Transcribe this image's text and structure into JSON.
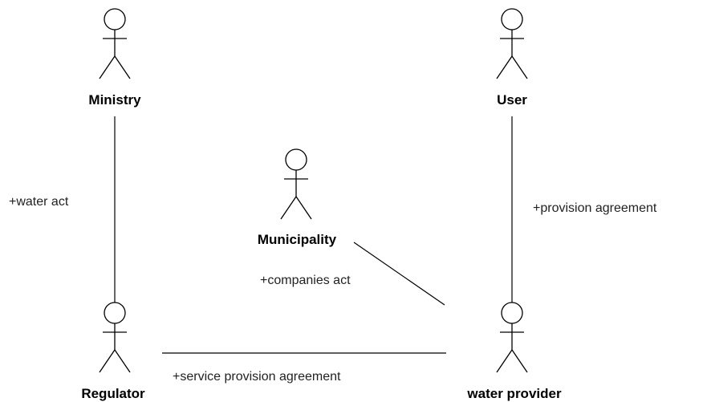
{
  "actors": {
    "ministry": "Ministry",
    "user": "User",
    "municipality": "Municipality",
    "regulator": "Regulator",
    "water_provider": "water provider"
  },
  "associations": {
    "ministry_regulator": "+water act",
    "user_water_provider": "+provision agreement",
    "municipality_water_provider": "+companies act",
    "regulator_water_provider": "+service provision agreement"
  }
}
